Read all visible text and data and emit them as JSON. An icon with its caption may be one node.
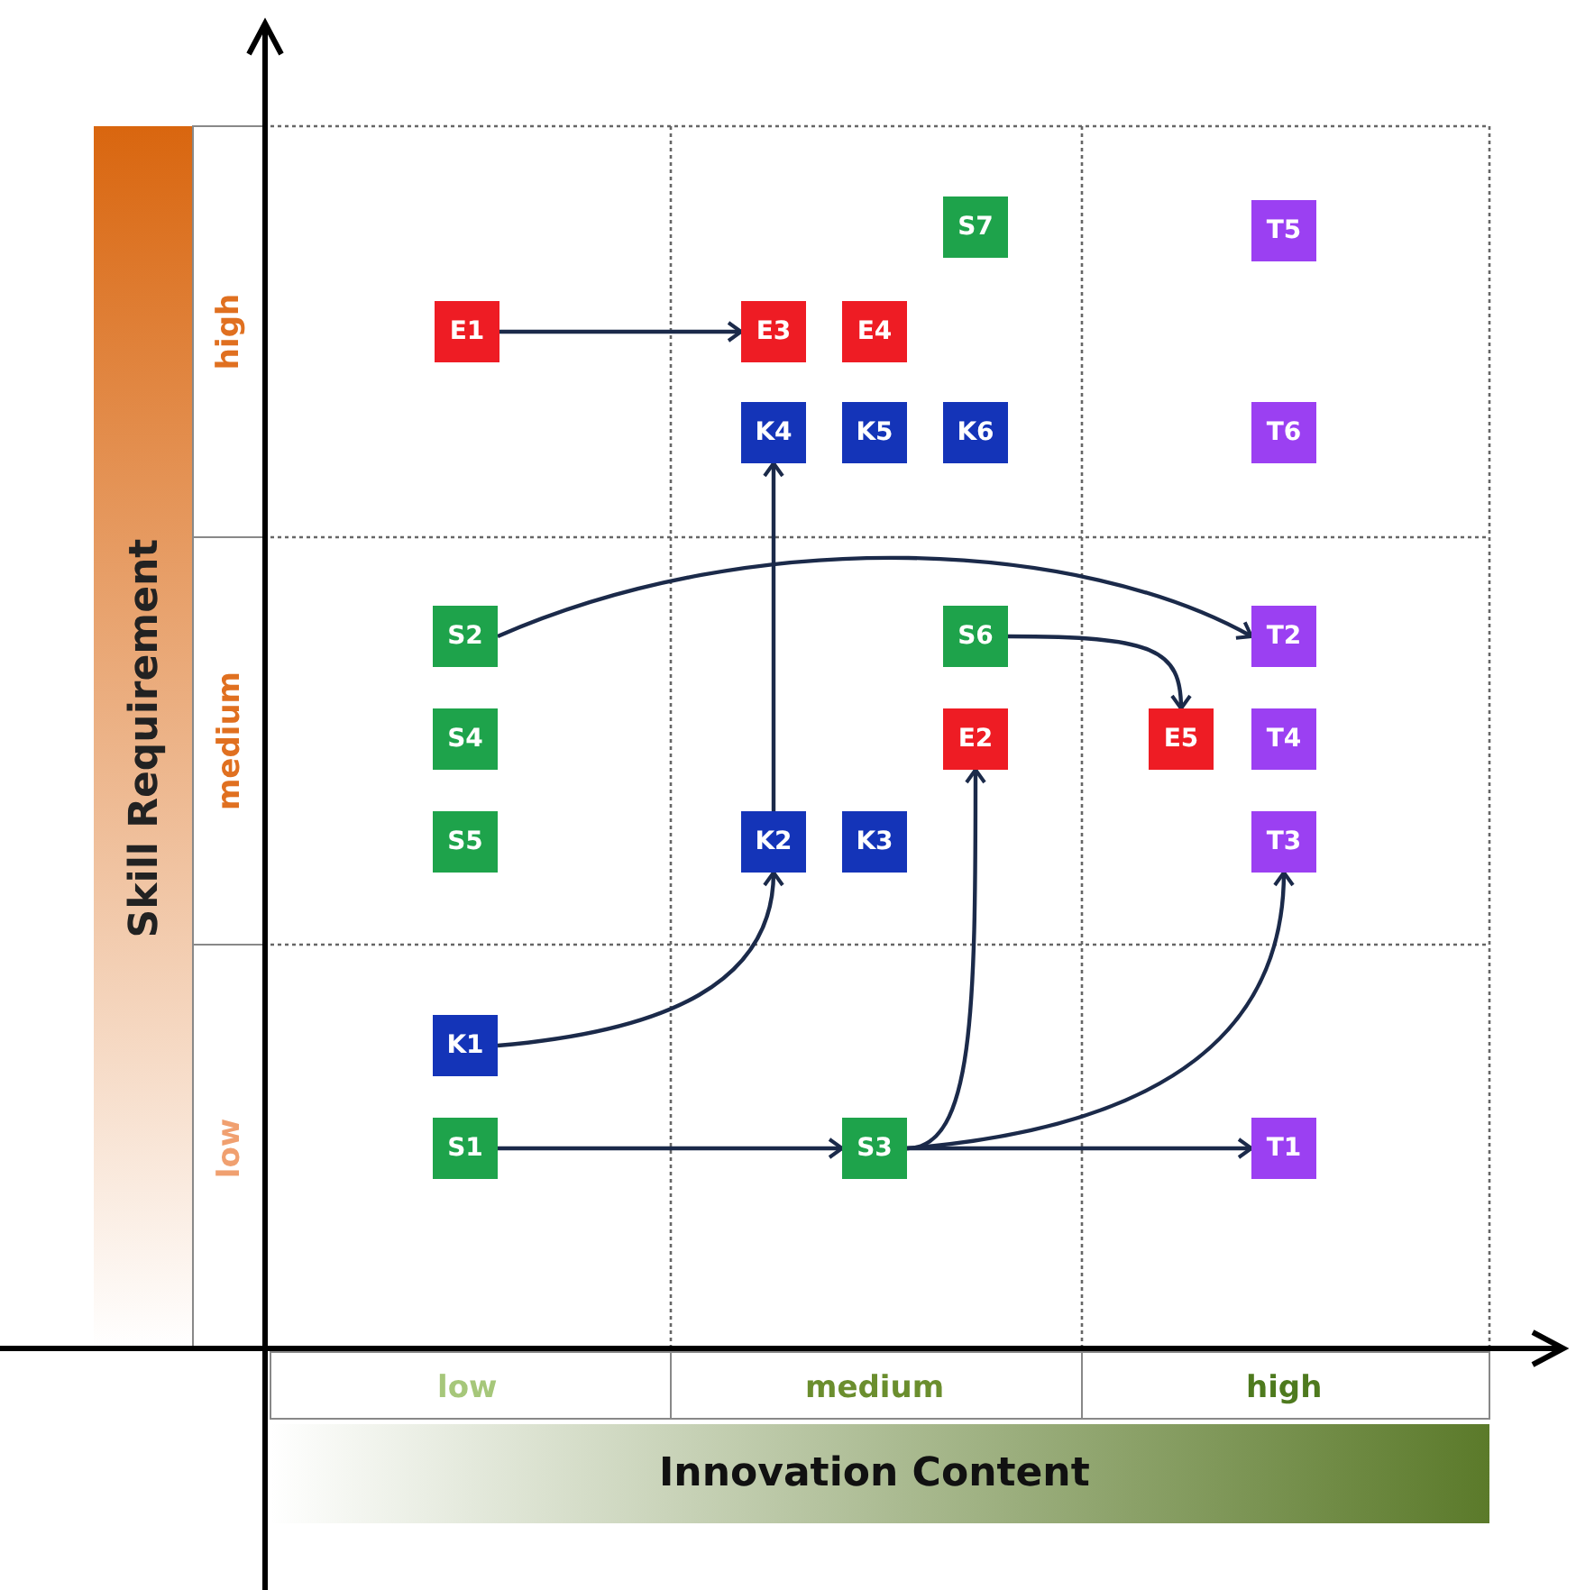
{
  "diagram": {
    "nodes": [
      {
        "text": [
          "S7"
        ]
      },
      {
        "text": [
          "T5"
        ]
      },
      {
        "text": [
          "E1"
        ]
      },
      {
        "text": [
          "E3"
        ]
      },
      {
        "text": [
          "E4"
        ]
      },
      {
        "text": [
          "K4"
        ]
      },
      {
        "text": [
          "K5"
        ]
      },
      {
        "text": [
          "K6"
        ]
      },
      {
        "text": [
          "T6"
        ]
      },
      {
        "text": [
          "S2"
        ]
      },
      {
        "text": [
          "S6"
        ]
      },
      {
        "text": [
          "T2"
        ]
      },
      {
        "text": [
          "S4"
        ]
      },
      {
        "text": [
          "E2"
        ]
      },
      {
        "text": [
          "E5"
        ]
      },
      {
        "text": [
          "T4"
        ]
      },
      {
        "text": [
          "S5"
        ]
      },
      {
        "text": [
          "K2"
        ]
      },
      {
        "text": [
          "K3"
        ]
      },
      {
        "text": [
          "T3"
        ]
      },
      {
        "text": [
          "K1"
        ]
      },
      {
        "text": [
          "S1"
        ]
      },
      {
        "text": [
          "S3"
        ]
      },
      {
        "text": [
          "T1"
        ]
      }
    ],
    "edges": [
      {
        "from": 2,
        "to": 3,
        "arrow": "to"
      },
      {
        "from": 17,
        "to": 5,
        "arrow": "to"
      },
      {
        "from": 9,
        "to": 11,
        "arrow": "to"
      },
      {
        "from": 10,
        "to": 14,
        "arrow": "to"
      },
      {
        "from": 20,
        "to": 17,
        "arrow": "to"
      },
      {
        "from": 21,
        "to": 22,
        "arrow": "to"
      },
      {
        "from": 22,
        "to": 13,
        "arrow": "to"
      },
      {
        "from": 22,
        "to": 19,
        "arrow": "to"
      },
      {
        "from": 22,
        "to": 23,
        "arrow": "to"
      }
    ],
    "labels": [
      "Skill Requirement",
      "high",
      "medium",
      "low",
      "low",
      "medium",
      "high",
      "Innovation Content"
    ]
  }
}
